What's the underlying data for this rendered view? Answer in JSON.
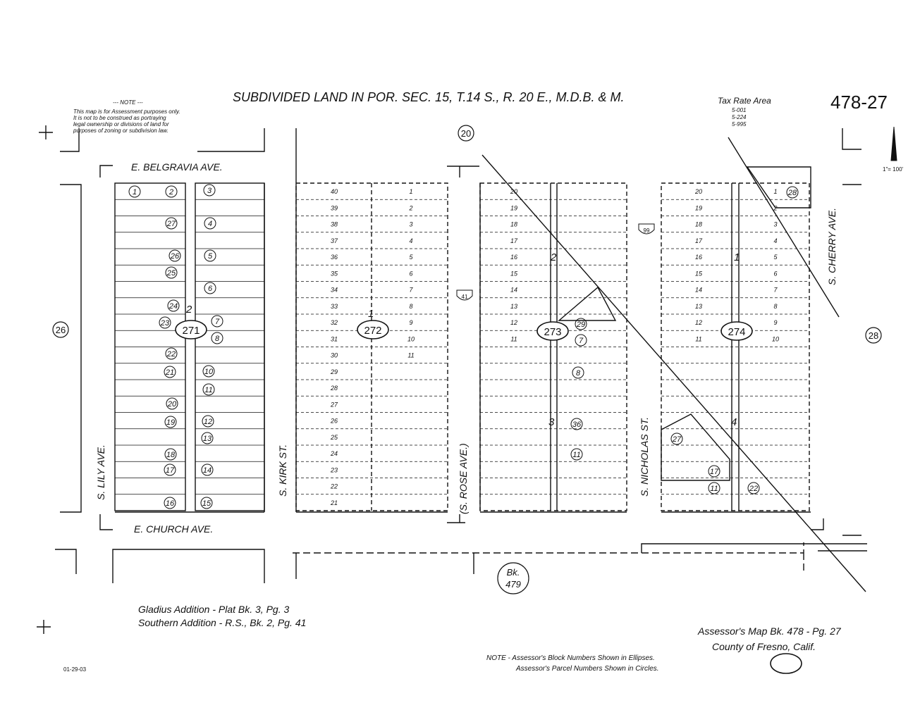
{
  "title": "SUBDIVIDED LAND IN POR. SEC. 15, T.14 S., R. 20 E., M.D.B. & M.",
  "map_number": "478-27",
  "tax_rate_area": {
    "label": "Tax Rate Area",
    "codes": [
      "5-001",
      "5-224",
      "5-995"
    ]
  },
  "note": {
    "heading": "--- NOTE ---",
    "lines": [
      "This map is for Assessment purposes only.",
      "It is not to be construed as portraying",
      "legal ownership or divisions of land for",
      "purposes of zoning or subdivision law."
    ]
  },
  "scale": "1\"= 100'",
  "streets": {
    "north": "E. BELGRAVIA AVE.",
    "south": "E. CHURCH AVE.",
    "lily": "S. LILY AVE.",
    "kirk": "S. KIRK ST.",
    "rose": "(S. ROSE AVE.)",
    "nicholas": "S. NICHOLAS ST.",
    "cherry": "S. CHERRY AVE."
  },
  "blocks": [
    "271",
    "272",
    "273",
    "274"
  ],
  "adjacent_pages": [
    "26",
    "20",
    "28"
  ],
  "book_ref": {
    "top": "Bk.",
    "bottom": "479"
  },
  "subdivisions": [
    "Gladius Addition - Plat Bk. 3, Pg. 3",
    "Southern Addition - R.S., Bk. 2, Pg. 41"
  ],
  "assessor": {
    "line1": "Assessor's Map Bk. 478  - Pg. 27",
    "line2": "County of Fresno,  Calif."
  },
  "legend_note": {
    "line1": "NOTE - Assessor's Block Numbers Shown in Ellipses.",
    "line2": "Assessor's Parcel Numbers Shown in Circles."
  },
  "date": "01-29-03",
  "tract_numbers": [
    "2",
    "1",
    "2",
    "3",
    "1",
    "4"
  ],
  "shields": [
    "41",
    "99"
  ],
  "parcels_271": [
    "1",
    "2",
    "27",
    "26",
    "25",
    "24",
    "23",
    "22",
    "21",
    "20",
    "19",
    "18",
    "17",
    "16",
    "3",
    "4",
    "5",
    "6",
    "7",
    "8",
    "10",
    "11",
    "12",
    "13",
    "14",
    "15"
  ],
  "parcels_273": [
    "29",
    "7",
    "8",
    "36",
    "11"
  ],
  "parcels_274": [
    "28",
    "27",
    "17",
    "11",
    "22"
  ]
}
